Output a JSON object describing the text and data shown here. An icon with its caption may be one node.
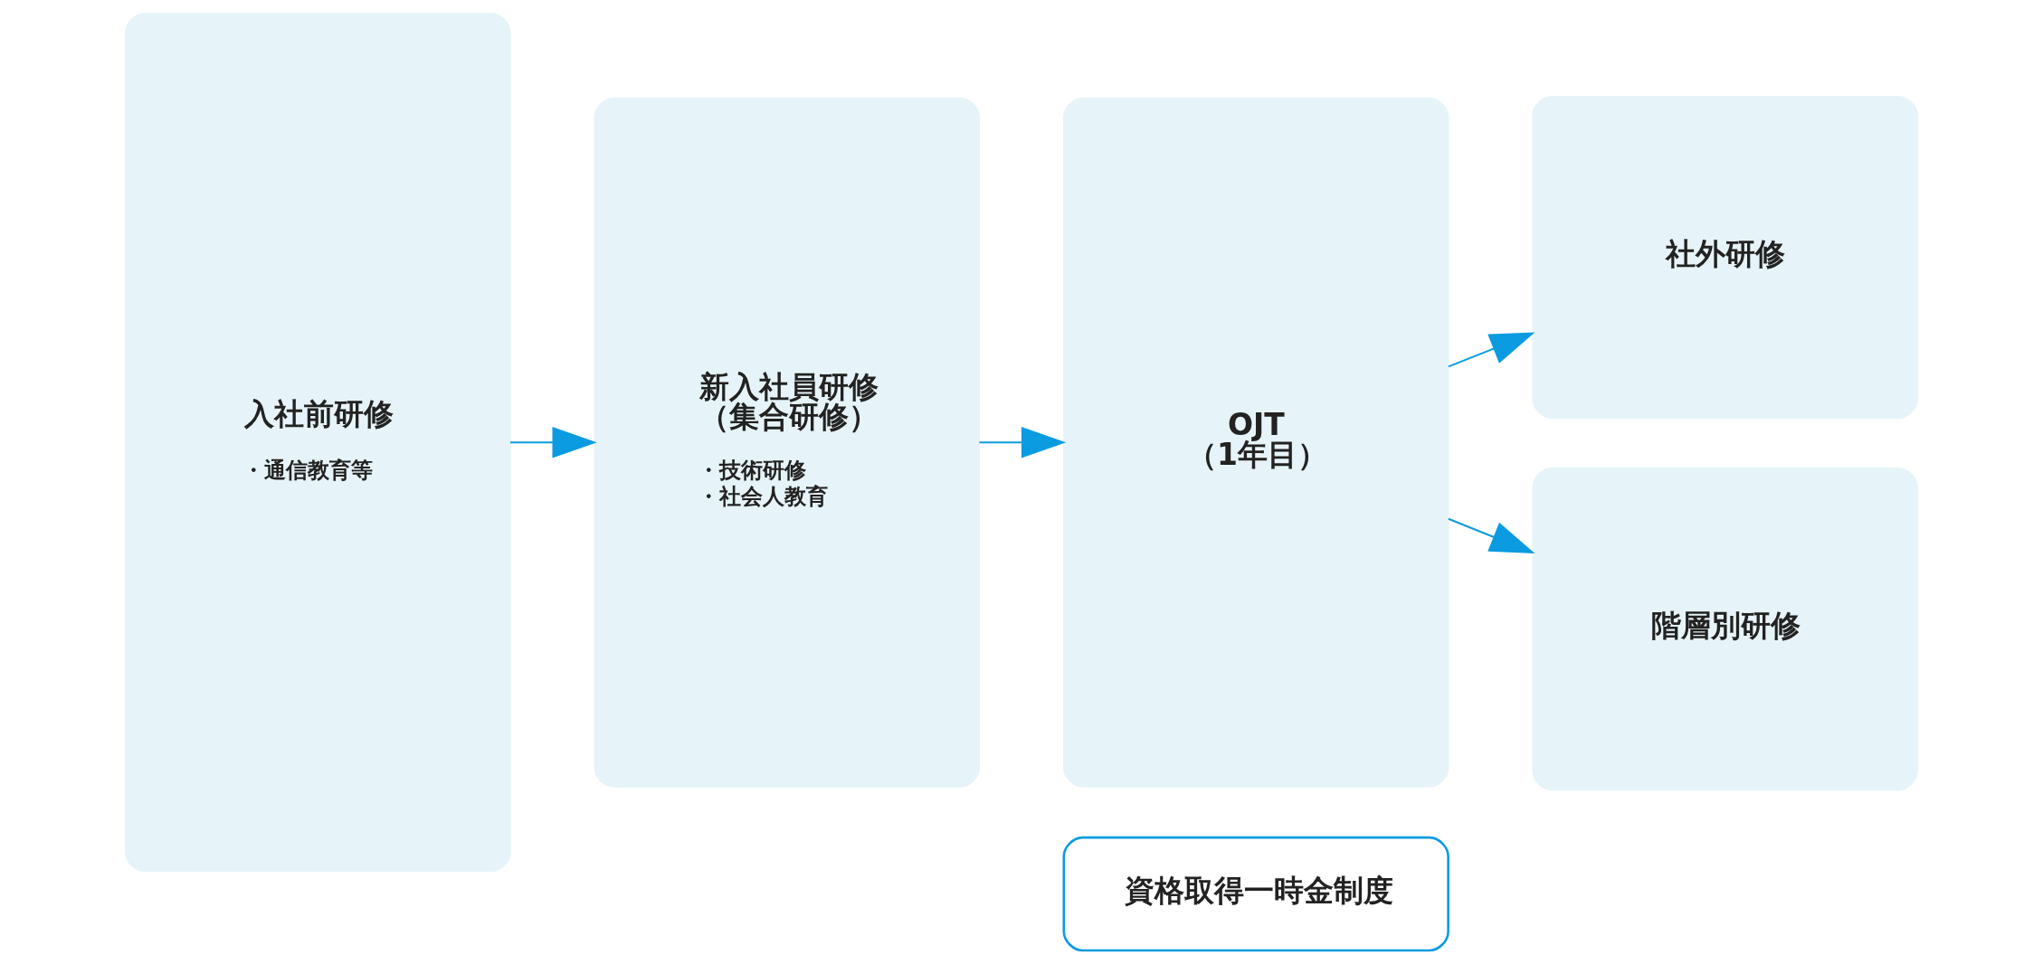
{
  "diagram": {
    "nodes": [
      {
        "text": [
          "入社前研修",
          "・通信教育等"
        ]
      },
      {
        "text": [
          "新入社員研修（集合研修）",
          "・技術研修",
          "・社会人教育"
        ]
      },
      {
        "text": [
          "OJT（1年目）"
        ]
      },
      {
        "text": [
          "社外研修"
        ]
      },
      {
        "text": [
          "階層別研修"
        ]
      },
      {
        "text": [
          "資格取得一時金制度"
        ]
      }
    ],
    "edges": [
      {
        "from": 0,
        "to": 1,
        "arrow": "to"
      },
      {
        "from": 1,
        "to": 2,
        "arrow": "to"
      },
      {
        "from": 2,
        "to": 3,
        "arrow": "to"
      },
      {
        "from": 2,
        "to": 4,
        "arrow": "to"
      }
    ]
  }
}
